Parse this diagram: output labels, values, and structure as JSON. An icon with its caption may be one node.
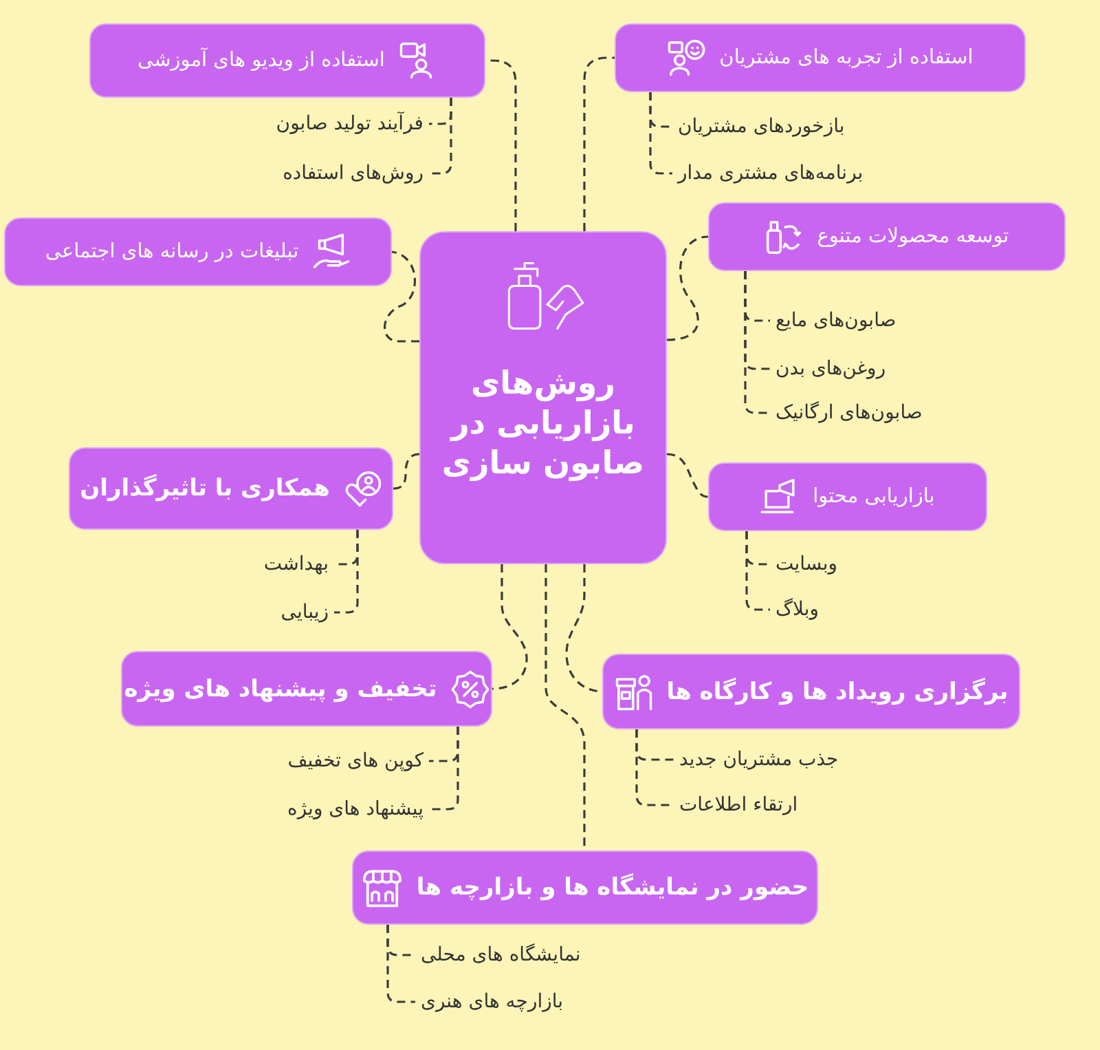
{
  "diagram": {
    "nodes": [
      {
        "text": [
          "روش‌های بازاریابی در صابون سازی"
        ]
      },
      {
        "text": [
          "استفاده از تجربه های مشتریان"
        ]
      },
      {
        "text": [
          "بازخوردهای مشتریان"
        ]
      },
      {
        "text": [
          "برنامه‌های مشتری مدار"
        ]
      },
      {
        "text": [
          "استفاده از ویدیو های آموزشی"
        ]
      },
      {
        "text": [
          "فرآیند تولید صابون"
        ]
      },
      {
        "text": [
          "روش‌های استفاده"
        ]
      },
      {
        "text": [
          "توسعه محصولات متنوع"
        ]
      },
      {
        "text": [
          "صابون‌های مایع"
        ]
      },
      {
        "text": [
          "روغن‌های بدن"
        ]
      },
      {
        "text": [
          "صابون‌های ارگانیک"
        ]
      },
      {
        "text": [
          "تبلیغات در رسانه های اجتماعی"
        ]
      },
      {
        "text": [
          "همکاری با تاثیرگذاران"
        ]
      },
      {
        "text": [
          "بهداشت"
        ]
      },
      {
        "text": [
          "زیبایی"
        ]
      },
      {
        "text": [
          "بازاریابی محتوا"
        ]
      },
      {
        "text": [
          "وبسایت"
        ]
      },
      {
        "text": [
          "وبلاگ"
        ]
      },
      {
        "text": [
          "تخفیف و پیشنهاد های ویژه"
        ]
      },
      {
        "text": [
          "کوپن های تخفیف"
        ]
      },
      {
        "text": [
          "پیشنهاد های ویژه"
        ]
      },
      {
        "text": [
          "برگزاری رویداد ها و کارگاه ها"
        ]
      },
      {
        "text": [
          "جذب مشتریان جدید"
        ]
      },
      {
        "text": [
          "ارتقاء اطلاعات"
        ]
      },
      {
        "text": [
          "حضور در نمایشگاه ها و بازارچه ها"
        ]
      },
      {
        "text": [
          "نمایشگاه های محلی"
        ]
      },
      {
        "text": [
          "بازارچه های هنری"
        ]
      }
    ],
    "edges": [
      {
        "from": 0,
        "to": 1,
        "arrow": "none"
      },
      {
        "from": 0,
        "to": 4,
        "arrow": "none"
      },
      {
        "from": 0,
        "to": 7,
        "arrow": "none"
      },
      {
        "from": 0,
        "to": 11,
        "arrow": "none"
      },
      {
        "from": 0,
        "to": 12,
        "arrow": "none"
      },
      {
        "from": 0,
        "to": 15,
        "arrow": "none"
      },
      {
        "from": 0,
        "to": 18,
        "arrow": "none"
      },
      {
        "from": 0,
        "to": 21,
        "arrow": "none"
      },
      {
        "from": 0,
        "to": 24,
        "arrow": "none"
      },
      {
        "from": 1,
        "to": 2,
        "arrow": "none"
      },
      {
        "from": 1,
        "to": 3,
        "arrow": "none"
      },
      {
        "from": 4,
        "to": 5,
        "arrow": "none"
      },
      {
        "from": 4,
        "to": 6,
        "arrow": "none"
      },
      {
        "from": 7,
        "to": 8,
        "arrow": "none"
      },
      {
        "from": 7,
        "to": 9,
        "arrow": "none"
      },
      {
        "from": 7,
        "to": 10,
        "arrow": "none"
      },
      {
        "from": 12,
        "to": 13,
        "arrow": "none"
      },
      {
        "from": 12,
        "to": 14,
        "arrow": "none"
      },
      {
        "from": 15,
        "to": 16,
        "arrow": "none"
      },
      {
        "from": 15,
        "to": 17,
        "arrow": "none"
      },
      {
        "from": 18,
        "to": 19,
        "arrow": "none"
      },
      {
        "from": 18,
        "to": 20,
        "arrow": "none"
      },
      {
        "from": 21,
        "to": 22,
        "arrow": "none"
      },
      {
        "from": 21,
        "to": 23,
        "arrow": "none"
      },
      {
        "from": 24,
        "to": 25,
        "arrow": "none"
      },
      {
        "from": 24,
        "to": 26,
        "arrow": "none"
      }
    ]
  }
}
